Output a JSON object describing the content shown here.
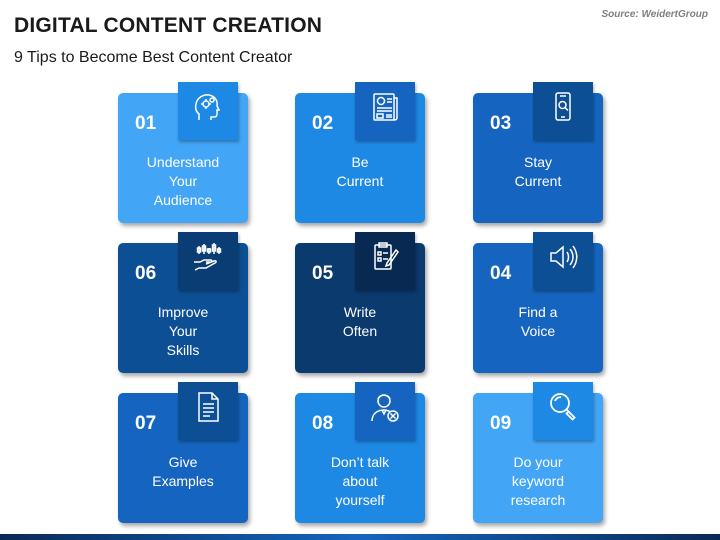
{
  "header": {
    "title": "DIGITAL CONTENT CREATION",
    "subtitle": "9 Tips to Become Best Content Creator",
    "source": "Source: WeidertGroup"
  },
  "colors": {
    "light": "#42a5f5",
    "light_ribbon": "#1e88e5",
    "mid": "#1976d2",
    "mid_ribbon": "#0d5cae",
    "dark": "#0d4f94",
    "dark_ribbon": "#0a3d73",
    "darkest": "#0b3a6e",
    "darkest_ribbon": "#082a52"
  },
  "cards": [
    {
      "number": "01",
      "lines": [
        "Understand",
        "Your",
        "Audience"
      ],
      "icon": "head-gears-icon"
    },
    {
      "number": "02",
      "lines": [
        "Be",
        "Current"
      ],
      "icon": "newspaper-icon"
    },
    {
      "number": "03",
      "lines": [
        "Stay",
        "Current"
      ],
      "icon": "smartphone-icon"
    },
    {
      "number": "06",
      "lines": [
        "Improve",
        "Your",
        "Skills"
      ],
      "icon": "hand-chart-icon"
    },
    {
      "number": "05",
      "lines": [
        "Write",
        "Often"
      ],
      "icon": "clipboard-pen-icon"
    },
    {
      "number": "04",
      "lines": [
        "Find a",
        "Voice"
      ],
      "icon": "speaker-icon"
    },
    {
      "number": "07",
      "lines": [
        "Give",
        "Examples"
      ],
      "icon": "document-icon"
    },
    {
      "number": "08",
      "lines": [
        "Don’t talk",
        "about",
        "yourself"
      ],
      "icon": "person-cross-icon"
    },
    {
      "number": "09",
      "lines": [
        "Do your",
        "keyword",
        "research"
      ],
      "icon": "magnifier-icon"
    }
  ]
}
